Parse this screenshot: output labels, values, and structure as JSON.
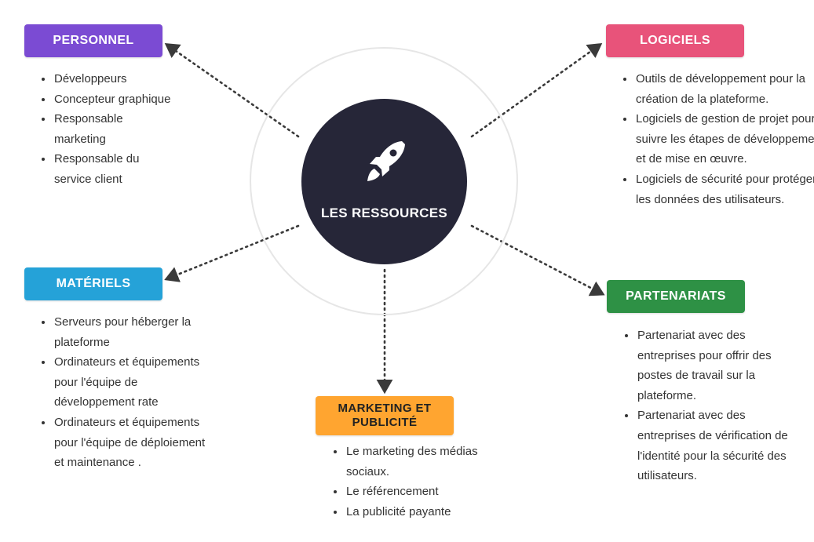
{
  "hub": {
    "title": "LES RESSOURCES",
    "icon": "rocket-icon",
    "color": "#262638"
  },
  "categories": {
    "personnel": {
      "label": "PERSONNEL",
      "color": "#7b4bd3",
      "items": [
        "Développeurs",
        "Concepteur graphique",
        "Responsable marketing",
        "Responsable du service client"
      ]
    },
    "logiciels": {
      "label": "LOGICIELS",
      "color": "#e8537a",
      "items": [
        "Outils de développement pour la création de la plateforme.",
        "Logiciels de gestion de projet pour suivre les étapes de développement et de mise en œuvre.",
        "Logiciels de sécurité pour protéger les données des utilisateurs."
      ]
    },
    "materiels": {
      "label": "MATÉRIELS",
      "color": "#25a2d8",
      "items": [
        "Serveurs pour héberger la plateforme",
        "Ordinateurs et équipements pour l'équipe de développement rate",
        "Ordinateurs et équipements pour l'équipe de déploiement et maintenance ."
      ]
    },
    "partenariats": {
      "label": "PARTENARIATS",
      "color": "#2e9145",
      "items": [
        "Partenariat avec des entreprises pour offrir des postes de travail sur la plateforme.",
        "Partenariat avec des entreprises de vérification de l'identité pour la sécurité des utilisateurs."
      ]
    },
    "marketing": {
      "label": "MARKETING ET PUBLICITÉ",
      "color": "#ffa530",
      "items": [
        "Le marketing des médias sociaux.",
        "Le référencement",
        "La publicité payante"
      ]
    }
  }
}
